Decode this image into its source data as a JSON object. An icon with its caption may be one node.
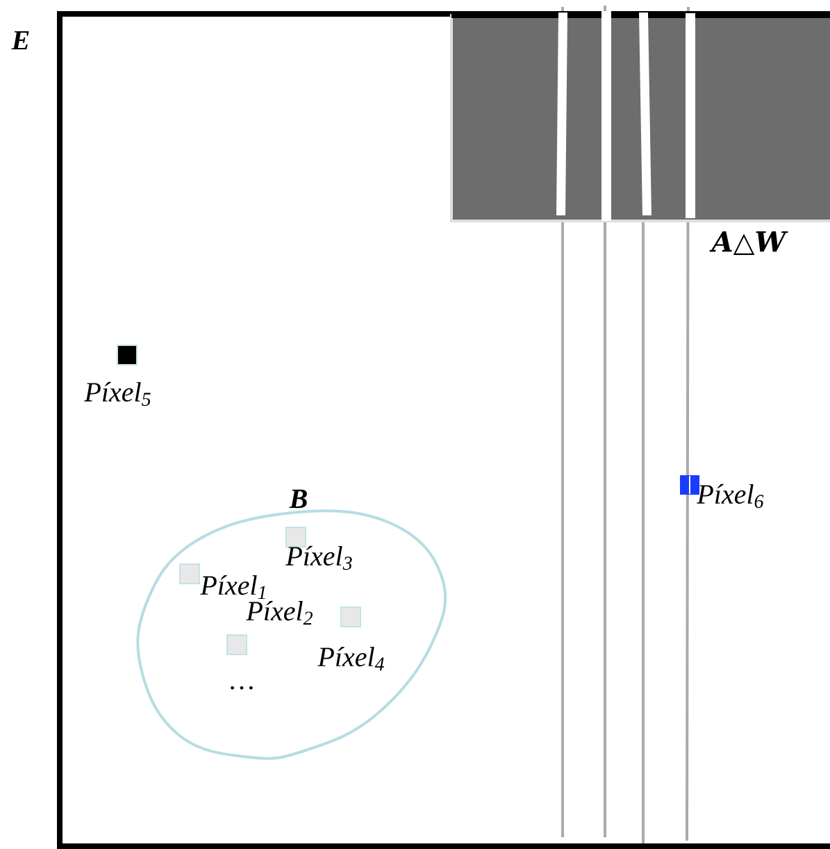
{
  "diagram": {
    "nodes": [
      {
        "text": [
          "E"
        ]
      },
      {
        "text": [
          "A△W"
        ],
        "in": 0
      },
      {
        "text": [
          "Píxel$_{5}$"
        ],
        "in": 0
      },
      {
        "text": [
          "Píxel$_{6}$"
        ],
        "in": 0
      },
      {
        "text": [
          "B"
        ],
        "in": 0
      },
      {
        "text": [
          "Píxel$_{3}$"
        ],
        "in": 4
      },
      {
        "text": [
          "Píxel$_{1}$"
        ],
        "in": 4
      },
      {
        "text": [
          "Píxel$_{2}$"
        ],
        "in": 4
      },
      {
        "text": [
          "Píxel$_{4}$"
        ],
        "in": 4
      }
    ],
    "labels": [
      "…"
    ]
  }
}
